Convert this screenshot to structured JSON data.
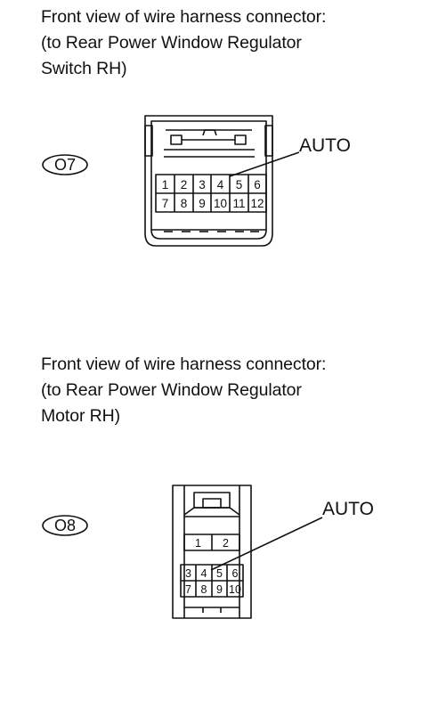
{
  "connector1": {
    "caption_lines": [
      "Front view of wire harness connector:",
      "(to Rear Power Window Regulator",
      "Switch RH)"
    ],
    "id": "O7",
    "label": "AUTO",
    "pins_row1": [
      "1",
      "2",
      "3",
      "4",
      "5",
      "6"
    ],
    "pins_row2": [
      "7",
      "8",
      "9",
      "10",
      "11",
      "12"
    ]
  },
  "connector2": {
    "caption_lines": [
      "Front view of wire harness connector:",
      "(to Rear Power Window Regulator",
      "Motor RH)"
    ],
    "id": "O8",
    "label": "AUTO",
    "pins_top": [
      "1",
      "2"
    ],
    "pins_row1": [
      "3",
      "4",
      "5",
      "6"
    ],
    "pins_row2": [
      "7",
      "8",
      "9",
      "10"
    ]
  }
}
